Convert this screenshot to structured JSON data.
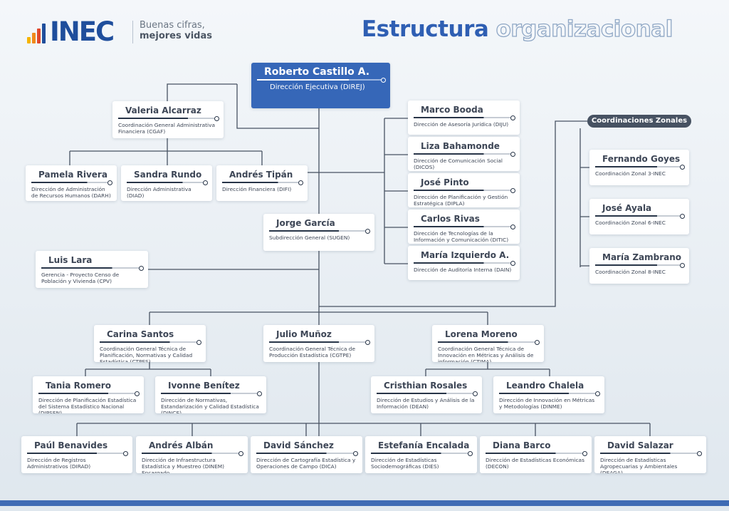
{
  "header": {
    "logo_text": "INEC",
    "tagline_1": "Buenas cifras,",
    "tagline_2": "mejores vidas",
    "title_part1": "Estructura",
    "title_part2": "organizacional"
  },
  "colors": {
    "brand_blue": "#3667b8",
    "dark_navy": "#283548",
    "line_gray": "#475262",
    "logo_bars": [
      "#f5b400",
      "#f08a1c",
      "#e0482d",
      "#1f4e9c"
    ]
  },
  "director": {
    "name": "Roberto Castillo A.",
    "role": "Dirección Ejecutiva (DIREJ)"
  },
  "cgaf": {
    "head": {
      "name": "Valeria Alcarraz",
      "role": "Coordinación General Administrativa Financiera (CGAF)"
    },
    "units": [
      {
        "name": "Pamela Rivera",
        "role": "Dirección de Administración de Recursos Humanos (DARH)"
      },
      {
        "name": "Sandra Rundo",
        "role": "Dirección Administrativa (DIAD)"
      },
      {
        "name": "Andrés Tipán",
        "role": "Dirección Financiera (DIFI)"
      }
    ]
  },
  "advisory": [
    {
      "name": "Marco Booda",
      "role": "Dirección de Asesoría Jurídica (DIJU)"
    },
    {
      "name": "Liza Bahamonde",
      "role": "Dirección de Comunicación Social (DICOS)"
    },
    {
      "name": "José Pinto",
      "role": "Dirección de Planificación y Gestión Estratégica (DIPLA)"
    },
    {
      "name": "Carlos Rivas",
      "role": "Dirección de Tecnologías de la Información y Comunicación (DITIC)"
    },
    {
      "name": "María Izquierdo A.",
      "role": "Dirección de Auditoría Interna (DAIN)"
    }
  ],
  "zonal": {
    "label": "Coordinaciones Zonales",
    "units": [
      {
        "name": "Fernando Goyes",
        "role": "Coordinación Zonal 3-INEC"
      },
      {
        "name": "José Ayala",
        "role": "Coordinación Zonal 6-INEC"
      },
      {
        "name": "María Zambrano",
        "role": "Coordinación Zonal 8-INEC"
      }
    ]
  },
  "sugen": {
    "name": "Jorge García",
    "role": "Subdirección General (SUGEN)"
  },
  "cpv": {
    "name": "Luis Lara",
    "role": "Gerencia - Proyecto Censo de Población y Vivienda (CPV)"
  },
  "coordinations": [
    {
      "name": "Carina Santos",
      "role": "Coordinación General Técnica de Planificación, Normativas y Calidad Estadística (CTPES)"
    },
    {
      "name": "Julio Muñoz",
      "role": "Coordinación General Técnica de Producción Estadística (CGTPE)"
    },
    {
      "name": "Lorena Moreno",
      "role": "Coordinación General Técnica de Innovación en Métricas y Análisis de información (CTIMA)"
    }
  ],
  "ctpes_units": [
    {
      "name": "Tania Romero",
      "role": "Dirección de Planificación Estadística del Sistema Estadístico Nacional (DIPSEN)"
    },
    {
      "name": "Ivonne Benítez",
      "role": "Dirección de Normativas, Estandarización y Calidad Estadística (DINCE)"
    }
  ],
  "ctima_units": [
    {
      "name": "Cristhian Rosales",
      "role": "Dirección de Estudios y Análisis de la Información (DEAN)"
    },
    {
      "name": "Leandro Chalela",
      "role": "Dirección de Innovación en Métricas y Metodologías (DINME)"
    }
  ],
  "production_units": [
    {
      "name": "Paúl Benavides",
      "role": "Dirección de Registros Administrativos (DIRAD)"
    },
    {
      "name": "Andrés Albán",
      "role": "Dirección de Infraestructura Estadística y Muestreo (DINEM) Encargado"
    },
    {
      "name": "David Sánchez",
      "role": "Dirección de Cartografía Estadística y Operaciones de Campo (DICA)"
    },
    {
      "name": "Estefanía Encalada",
      "role": "Dirección de Estadísticas Sociodemográficas (DIES)"
    },
    {
      "name": "Diana Barco",
      "role": "Dirección de Estadísticas Económicas (DECON)"
    },
    {
      "name": "David Salazar",
      "role": "Dirección de Estadísticas Agropecuarias y Ambientales (DEAGA)"
    }
  ]
}
